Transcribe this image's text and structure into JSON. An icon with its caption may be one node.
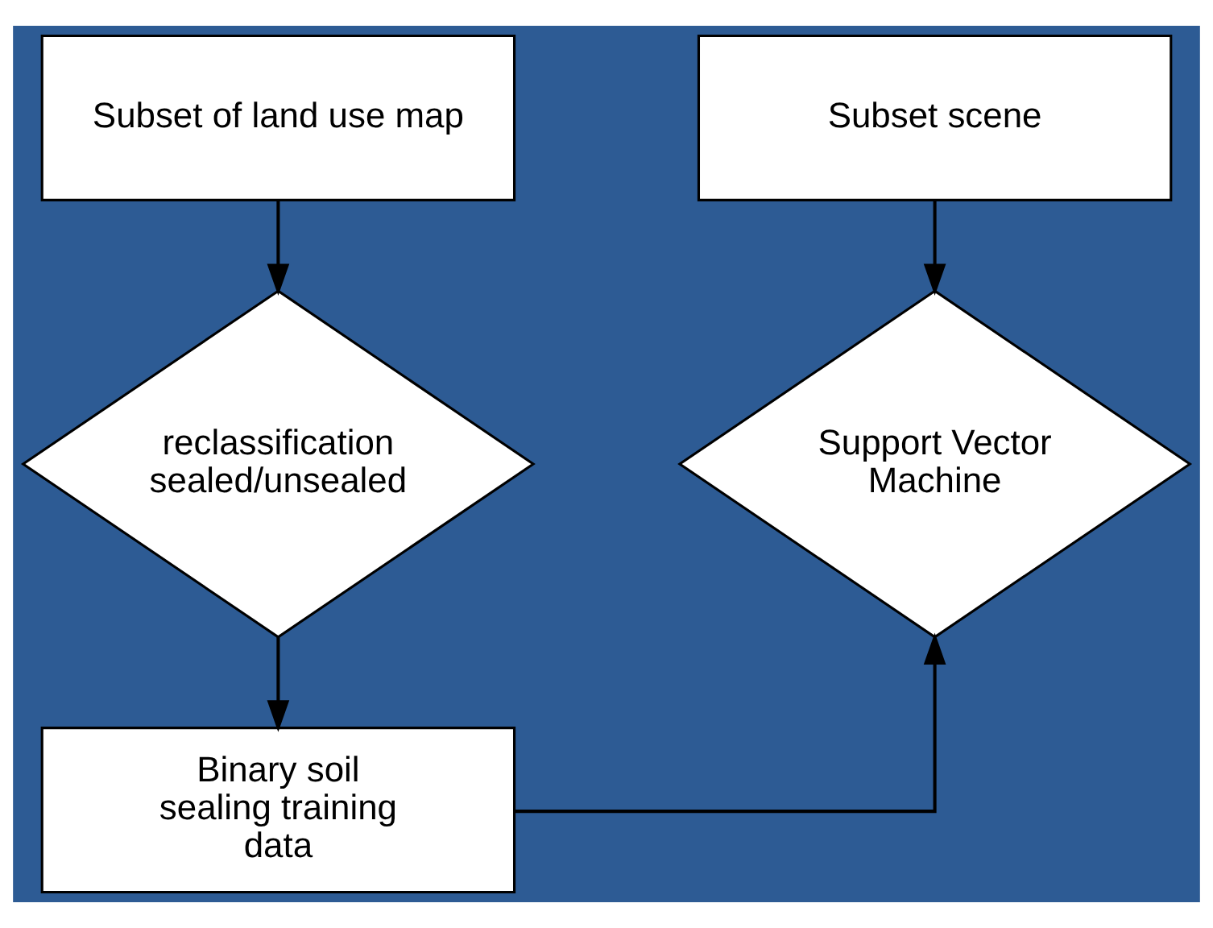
{
  "diagram": {
    "nodes": [
      {
        "text": [
          "Subset of land use map"
        ]
      },
      {
        "text": [
          "Subset scene"
        ]
      },
      {
        "text": [
          "reclassification sealed/unsealed"
        ]
      },
      {
        "text": [
          "Support Vector Machine"
        ]
      },
      {
        "text": [
          "Binary soil sealing training data"
        ]
      }
    ],
    "edges": [
      {
        "from": 0,
        "to": 2,
        "arrow": "to"
      },
      {
        "from": 1,
        "to": 3,
        "arrow": "to"
      },
      {
        "from": 2,
        "to": 4,
        "arrow": "to"
      },
      {
        "from": 4,
        "to": 3,
        "arrow": "to"
      }
    ]
  }
}
